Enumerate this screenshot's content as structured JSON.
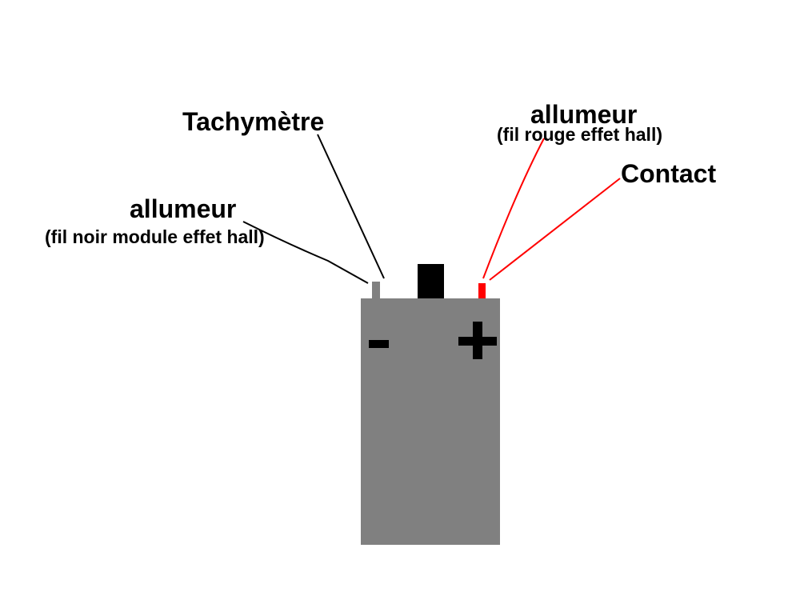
{
  "labels": {
    "tachymetre": "Tachymètre",
    "allumeur_noir_title": "allumeur",
    "allumeur_noir_note": "(fil noir module effet hall)",
    "allumeur_rouge_title": "allumeur",
    "allumeur_rouge_note": "(fil rouge effet hall)",
    "contact": "Contact"
  },
  "battery": {
    "minus_symbol": "-",
    "plus_symbol": "+"
  },
  "colors": {
    "body": "#808080",
    "negative_terminal": "#808080",
    "center_block": "#000000",
    "positive_terminal": "#ff0000",
    "black_wire": "#000000",
    "red_wire": "#ff0000",
    "symbols": "#000000"
  }
}
